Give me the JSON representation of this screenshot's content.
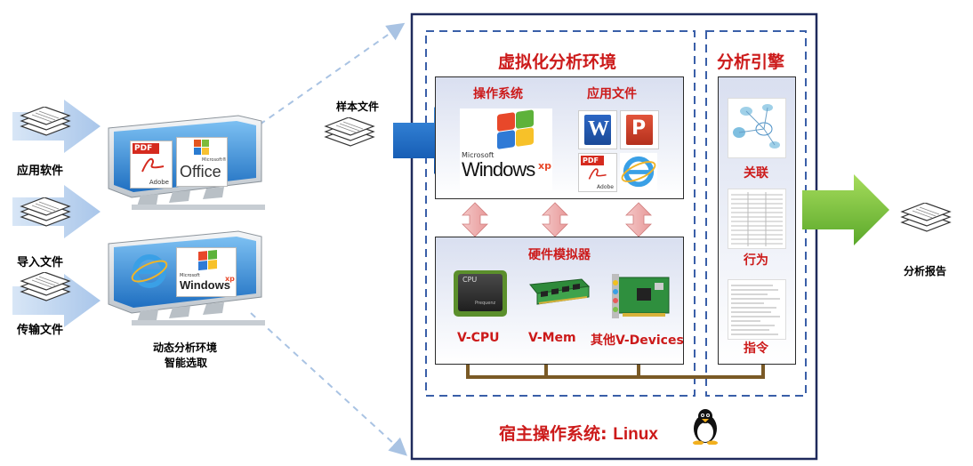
{
  "left_inputs": {
    "app_software": "应用软件",
    "import_files": "导入文件",
    "transfer_files": "传输文件"
  },
  "monitors": {
    "top_pdf_label": "PDF",
    "top_adobe_label": "Adobe",
    "top_office_label": "Office",
    "top_office_brand": "Microsoft®",
    "bottom_windows_brand": "Microsoft",
    "bottom_windows_label": "Windows",
    "bottom_xp_label": "xp"
  },
  "selection_caption": {
    "line1": "动态分析环境",
    "line2": "智能选取"
  },
  "sample": {
    "label": "样本文件"
  },
  "virtual_env": {
    "title": "虚拟化分析环境",
    "os_label": "操作系统",
    "app_files_label": "应用文件",
    "os_logo_brand": "Microsoft",
    "os_logo_name": "Windows",
    "os_logo_xp": "xp",
    "app_pdf": "PDF",
    "app_adobe": "Adobe",
    "hardware_title": "硬件模拟器",
    "cpu_chip_text": "CPU",
    "cpu_chip_sub": "Prequenz",
    "v_cpu": "V-CPU",
    "v_mem": "V-Mem",
    "v_devices": "其他V-Devices"
  },
  "engine": {
    "title": "分析引擎",
    "relation": "关联",
    "behavior": "行为",
    "instruction": "指令"
  },
  "host": {
    "prefix": "宿主操作系统:",
    "os": "Linux"
  },
  "output": {
    "report": "分析报告"
  },
  "colors": {
    "dashed_blue": "#3a5fa8",
    "frame_navy": "#1f2a5c",
    "title_red": "#cc1a1a",
    "arrow_blue": "#1666c0",
    "arrow_green": "#7cc242",
    "bus_brown": "#7a5a26"
  }
}
